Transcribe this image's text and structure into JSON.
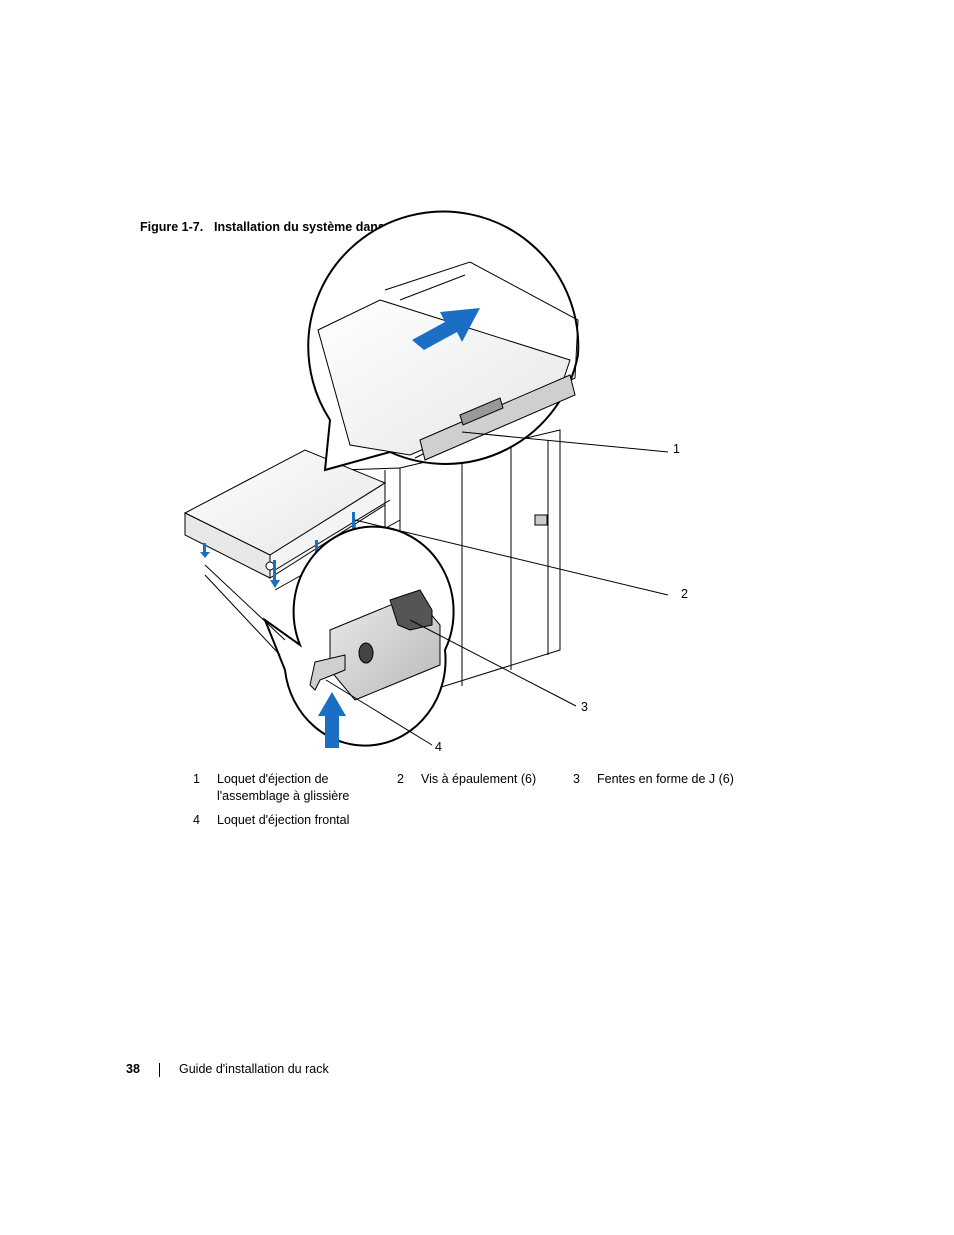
{
  "figure": {
    "number": "Figure 1-7.",
    "title": "Installation du système dans le rack",
    "callouts": [
      "1",
      "2",
      "3",
      "4"
    ]
  },
  "legend": [
    {
      "num": "1",
      "text": "Loquet d'éjection de l'assemblage à glissière"
    },
    {
      "num": "2",
      "text": "Vis à épaulement (6)"
    },
    {
      "num": "3",
      "text": "Fentes en forme de J (6)"
    },
    {
      "num": "4",
      "text": "Loquet d'éjection frontal"
    }
  ],
  "footer": {
    "page_number": "38",
    "title": "Guide d'installation du rack"
  },
  "colors": {
    "arrow": "#1a6fc4",
    "line": "#000000",
    "shade": "#d9d9d9"
  }
}
